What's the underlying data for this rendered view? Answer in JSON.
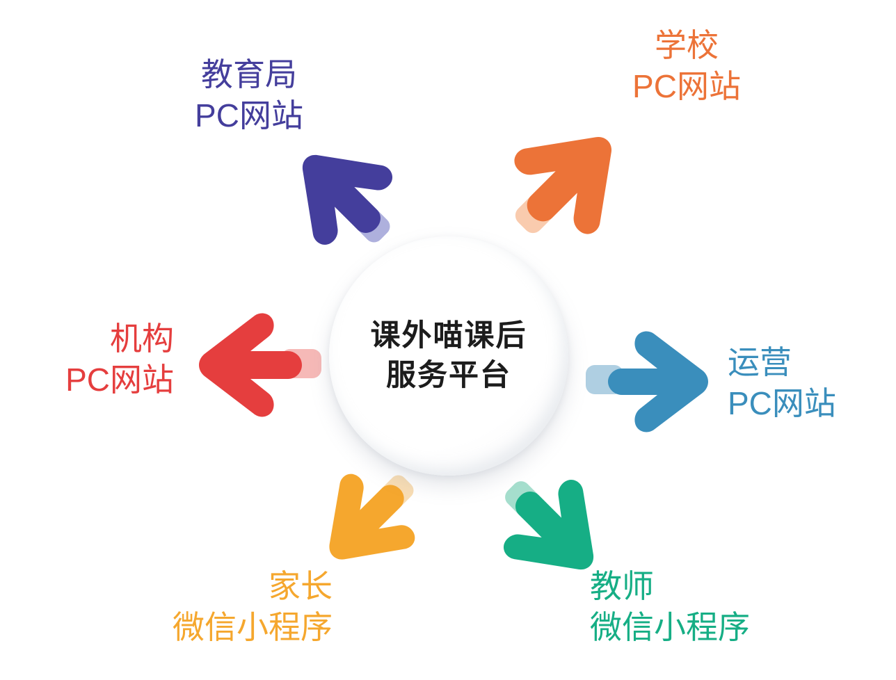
{
  "diagram": {
    "type": "hub-and-spoke",
    "center": {
      "line1": "课外喵课后",
      "line2": "服务平台"
    },
    "nodes": [
      {
        "id": "education-bureau",
        "line1": "教育局",
        "line2": "PC网站",
        "color": "#443E9C",
        "tail_color": "#AEB0DD",
        "direction": "up-left",
        "position": "top-left"
      },
      {
        "id": "school",
        "line1": "学校",
        "line2": "PC网站",
        "color": "#EC7338",
        "tail_color": "#F9CBAE",
        "direction": "up-right",
        "position": "top-right"
      },
      {
        "id": "operations",
        "line1": "运营",
        "line2": "PC网站",
        "color": "#3A8EBC",
        "tail_color": "#AFCFE2",
        "direction": "right",
        "position": "right"
      },
      {
        "id": "teacher",
        "line1": "教师",
        "line2": "微信小程序",
        "color": "#16AE85",
        "tail_color": "#A5DECD",
        "direction": "down-right",
        "position": "bottom-right"
      },
      {
        "id": "parent",
        "line1": "家长",
        "line2": "微信小程序",
        "color": "#F5A72E",
        "tail_color": "#F8DDB4",
        "direction": "down-left",
        "position": "bottom-left"
      },
      {
        "id": "institution",
        "line1": "机构",
        "line2": "PC网站",
        "color": "#E53E3E",
        "tail_color": "#F6B9B7",
        "direction": "left",
        "position": "left"
      }
    ]
  }
}
